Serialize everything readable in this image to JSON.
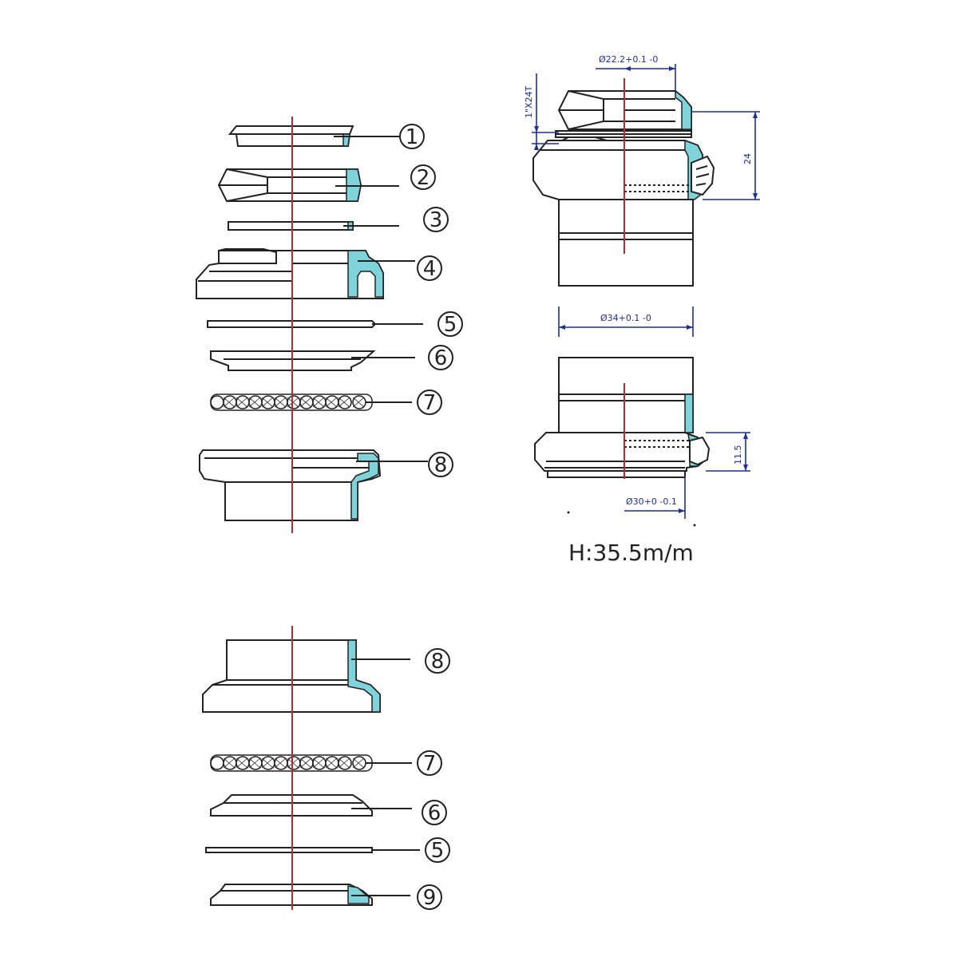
{
  "diagram": {
    "caption": "H:35.5m/m",
    "part_numbers_upper": [
      "1",
      "2",
      "3",
      "4",
      "5",
      "6",
      "7",
      "8"
    ],
    "part_numbers_lower": [
      "8",
      "7",
      "6",
      "5",
      "9"
    ],
    "dimensions": {
      "top_diameter": "Ø22.2+0.1 -0",
      "thread": "1\"X24T",
      "stack_height": "24",
      "tube_diameter": "Ø34+0.1 -0",
      "crown_height": "11.5",
      "crown_diameter": "Ø30+0 -0.1"
    },
    "colors": {
      "section_fill": "#7fd4dc",
      "centerline": "#c0282d",
      "dimension": "#1a2fa0"
    }
  }
}
